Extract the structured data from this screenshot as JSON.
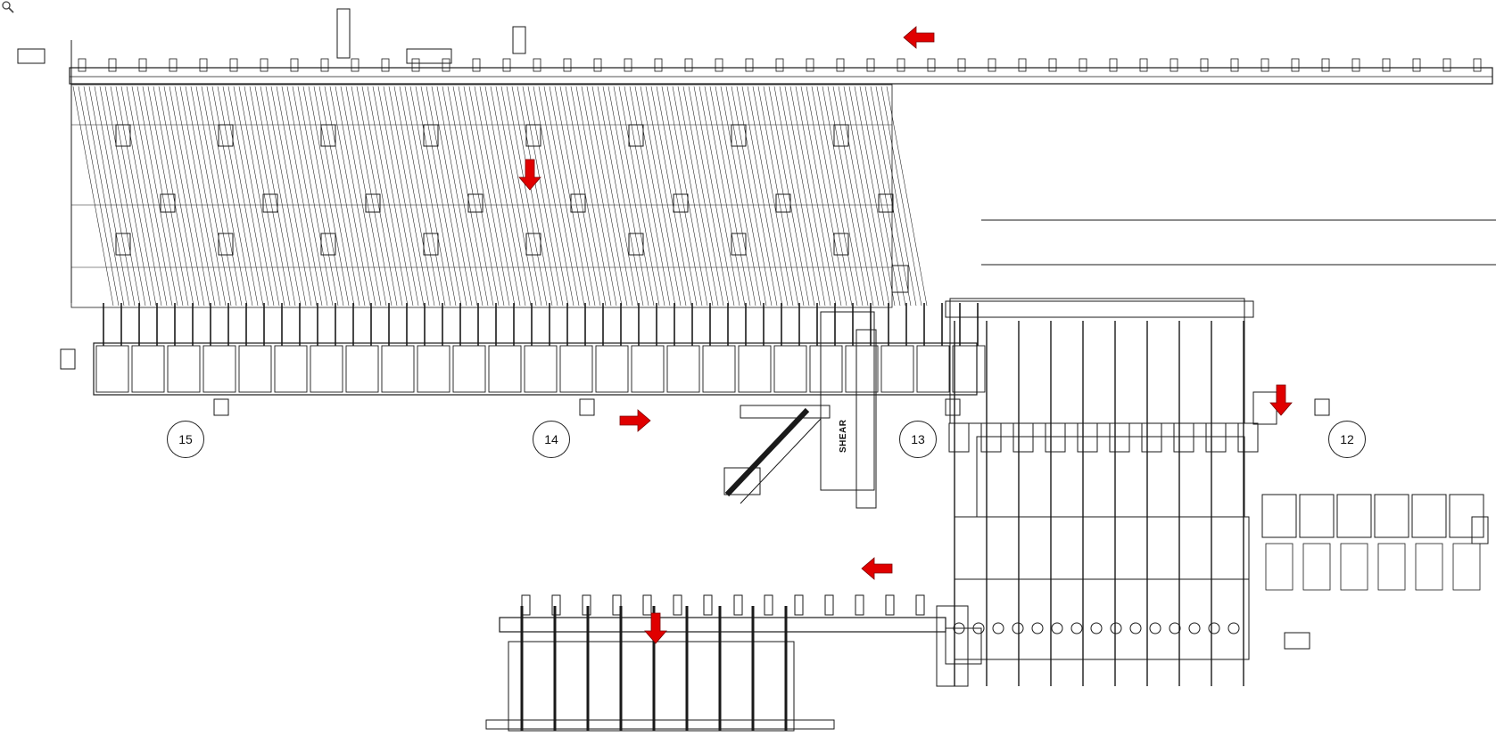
{
  "drawing": {
    "station_labels": [
      "15",
      "14",
      "13",
      "12"
    ],
    "shear_label": "SHEAR",
    "flow_arrow_color": "#e00000",
    "line_color": "#1a1a1a"
  },
  "toolbar": {
    "zoom_icon": "magnifier-icon"
  }
}
